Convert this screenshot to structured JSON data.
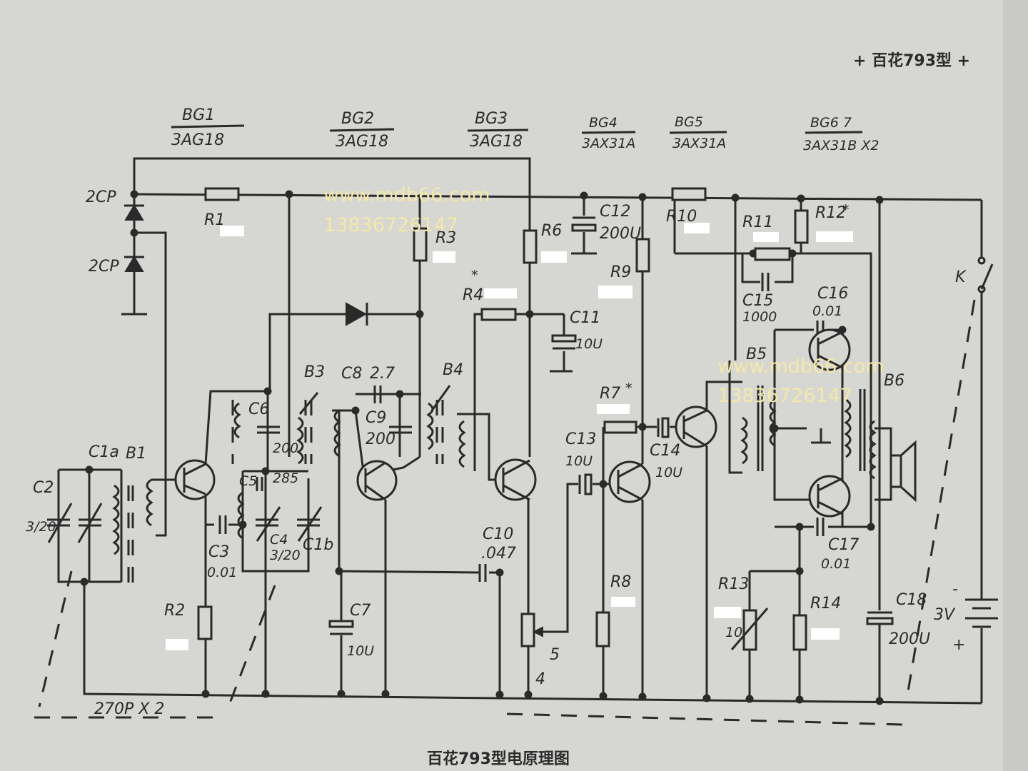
{
  "header": {
    "title": "+ 百花793型 +"
  },
  "caption": "百花793型电原理图",
  "watermarks": [
    {
      "url": "www.mdb66.com",
      "phone": "13836726147"
    },
    {
      "url": "www.mdb66.com",
      "phone": "13836726147"
    }
  ],
  "transistors": [
    {
      "name": "BG1",
      "model": "3AG18"
    },
    {
      "name": "BG2",
      "model": "3AG18"
    },
    {
      "name": "BG3",
      "model": "3AG18"
    },
    {
      "name": "BG4",
      "model": "3AX31A"
    },
    {
      "name": "BG5",
      "model": "3AX31A"
    },
    {
      "name": "BG6 7",
      "model": "3AX31B X2"
    }
  ],
  "diodes": [
    "2CP",
    "2CP"
  ],
  "resistors": [
    "R1",
    "R2",
    "R3",
    "R4",
    "R6",
    "R7",
    "R8",
    "R9",
    "R10",
    "R11",
    "R12",
    "R13",
    "R14"
  ],
  "resistor_marks": {
    "r4": "*",
    "r7": "*",
    "r12": "*",
    "r13": "10"
  },
  "capacitors": {
    "c1a": "C1a",
    "c1b": "C1b",
    "c2": "C2",
    "c2_val": "3/20",
    "c3": "C3",
    "c3_val": "0.01",
    "c4": "C4",
    "c4_val": "3/20",
    "c5": "C5",
    "c5_val": "285",
    "c6": "C6",
    "c6_val": "200",
    "c7": "C7",
    "c7_val": "10U",
    "c8": "C8",
    "c8_val": "2.7",
    "c9": "C9",
    "c9_val": "200",
    "c10": "C10",
    "c10_val": ".047",
    "c11": "C11",
    "c11_val": "10U",
    "c12": "C12",
    "c12_val": "200U",
    "c13": "C13",
    "c13_val": "10U",
    "c14": "C14",
    "c14_val": "10U",
    "c15": "C15",
    "c15_val": "1000",
    "c16": "C16",
    "c16_val": "0.01",
    "c17": "C17",
    "c17_val": "0.01",
    "c18": "C18",
    "c18_val": "200U"
  },
  "transformers": [
    "B1",
    "B3",
    "B4",
    "B5",
    "B6"
  ],
  "misc": {
    "gang_cap": "270P X 2",
    "switch": "K",
    "battery": "3V",
    "battery_plus": "+",
    "battery_minus": "-",
    "pot_pin5": "5",
    "pot_pin4": "4"
  }
}
